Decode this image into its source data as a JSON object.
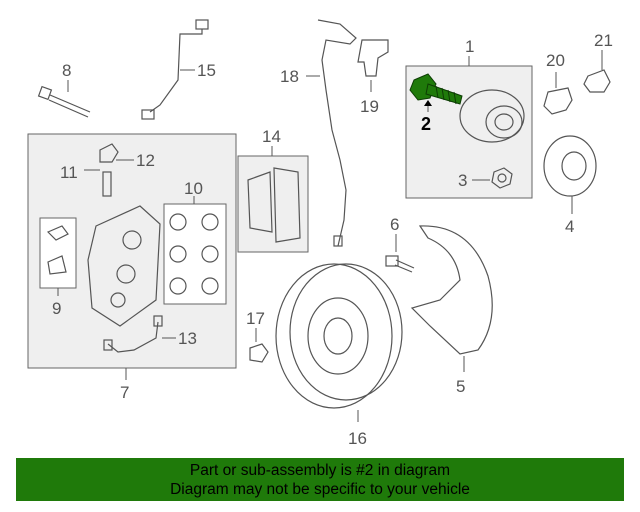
{
  "diagram": {
    "callouts": {
      "c1": "1",
      "c2": "2",
      "c3": "3",
      "c4": "4",
      "c5": "5",
      "c6": "6",
      "c7": "7",
      "c8": "8",
      "c9": "9",
      "c10": "10",
      "c11": "11",
      "c12": "12",
      "c13": "13",
      "c14": "14",
      "c15": "15",
      "c16": "16",
      "c17": "17",
      "c18": "18",
      "c19": "19",
      "c20": "20",
      "c21": "21"
    },
    "highlight_part": "2",
    "colors": {
      "highlight": "#1f7a0a",
      "banner": "#1f7a0a",
      "box_fill": "#efefef",
      "line": "#555555"
    }
  },
  "banner": {
    "line1": "Part or sub-assembly is #2 in diagram",
    "line2": "Diagram may not be specific to your vehicle"
  }
}
